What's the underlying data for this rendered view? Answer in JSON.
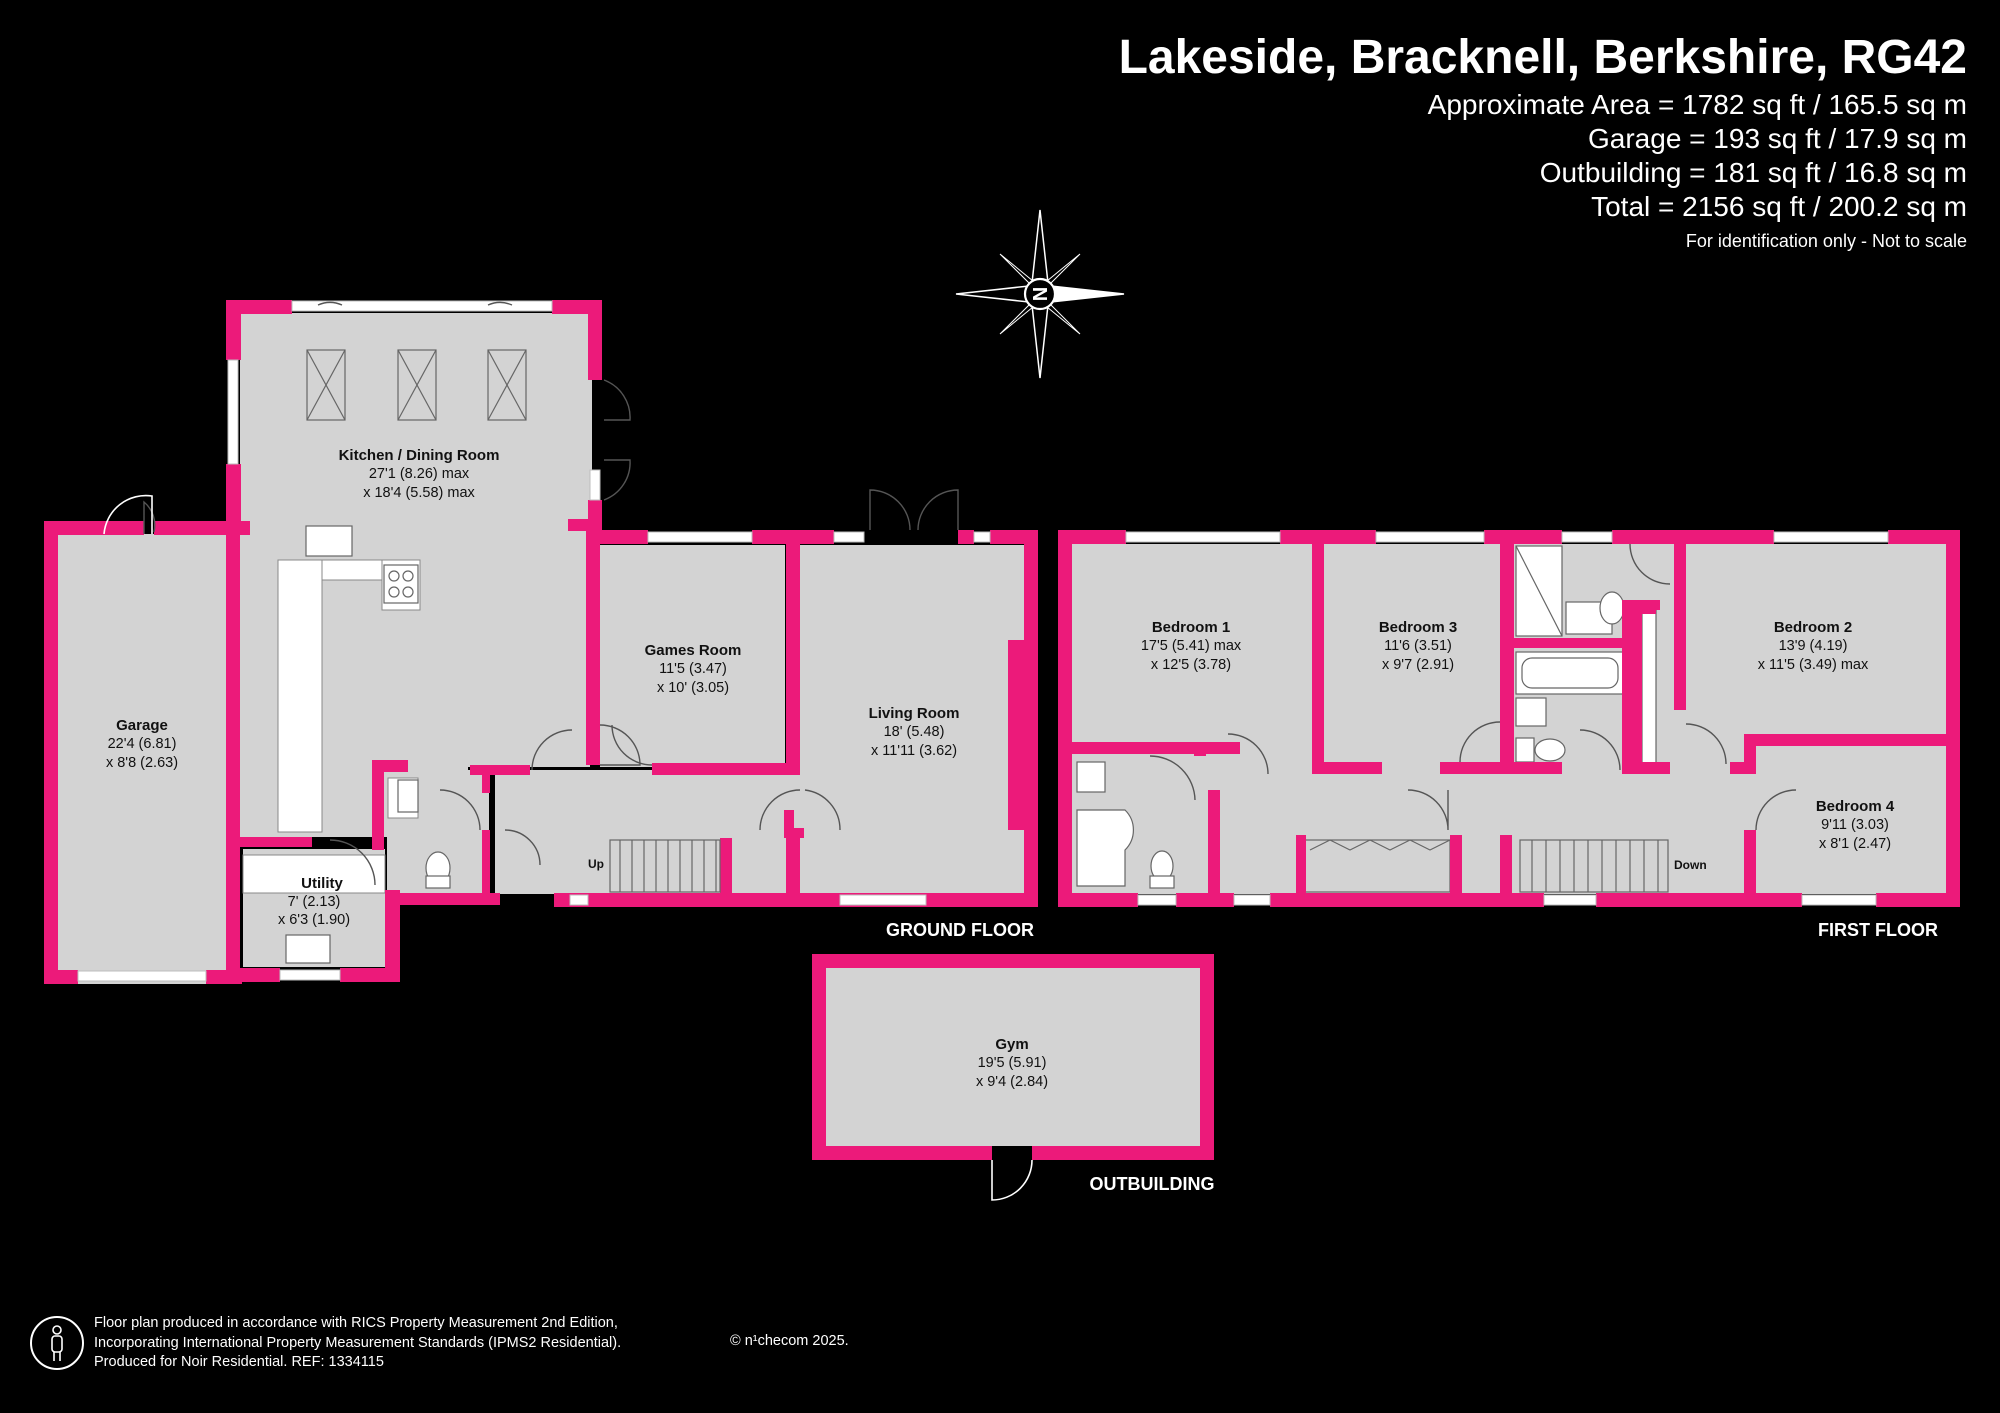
{
  "header": {
    "title": "Lakeside, Bracknell, Berkshire, RG42",
    "areas": [
      "Approximate Area = 1782 sq ft / 165.5 sq m",
      "Garage = 193 sq ft / 17.9 sq m",
      "Outbuilding = 181 sq ft / 16.8 sq m",
      "Total = 2156 sq ft / 200.2 sq m"
    ],
    "note": "For identification only - Not to scale"
  },
  "compass": {
    "letter": "N"
  },
  "colors": {
    "wall": "#ec1a7a",
    "room": "#d3d3d3",
    "background": "#000000"
  },
  "rooms": {
    "kitchen": {
      "name": "Kitchen / Dining Room",
      "dim1": "27'1 (8.26) max",
      "dim2": "x 18'4 (5.58) max"
    },
    "garage": {
      "name": "Garage",
      "dim1": "22'4 (6.81)",
      "dim2": "x 8'8 (2.63)"
    },
    "utility": {
      "name": "Utility",
      "dim1": "7' (2.13)",
      "dim2": "x 6'3 (1.90)"
    },
    "games": {
      "name": "Games Room",
      "dim1": "11'5 (3.47)",
      "dim2": "x 10' (3.05)"
    },
    "living": {
      "name": "Living Room",
      "dim1": "18' (5.48)",
      "dim2": "x 11'11 (3.62)"
    },
    "bed1": {
      "name": "Bedroom 1",
      "dim1": "17'5 (5.41) max",
      "dim2": "x 12'5 (3.78)"
    },
    "bed3": {
      "name": "Bedroom 3",
      "dim1": "11'6 (3.51)",
      "dim2": "x 9'7 (2.91)"
    },
    "bed2": {
      "name": "Bedroom 2",
      "dim1": "13'9 (4.19)",
      "dim2": "x 11'5 (3.49) max"
    },
    "bed4": {
      "name": "Bedroom 4",
      "dim1": "9'11 (3.03)",
      "dim2": "x 8'1 (2.47)"
    },
    "gym": {
      "name": "Gym",
      "dim1": "19'5 (5.91)",
      "dim2": "x 9'4 (2.84)"
    }
  },
  "stairs": {
    "up": "Up",
    "down": "Down"
  },
  "floors": {
    "ground": "GROUND FLOOR",
    "first": "FIRST FLOOR",
    "outbuilding": "OUTBUILDING"
  },
  "footer": {
    "lines": [
      "Floor plan produced in accordance with RICS Property Measurement 2nd Edition,",
      "Incorporating International Property Measurement Standards (IPMS2 Residential).",
      "Produced for Noir Residential.   REF:  1334115"
    ],
    "copyright": "© n¹checom 2025."
  }
}
